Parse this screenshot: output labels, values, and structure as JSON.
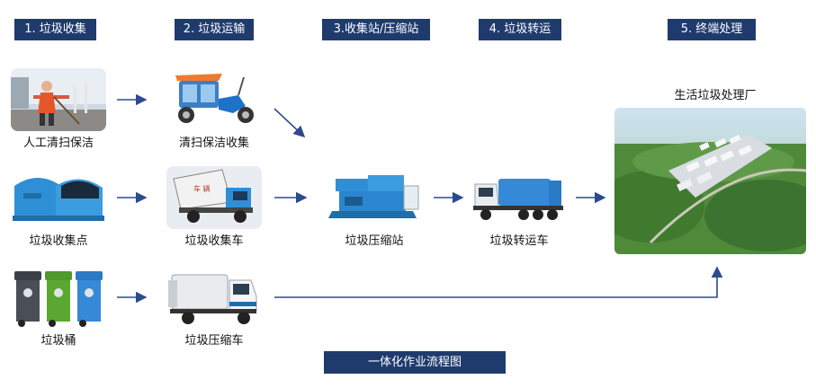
{
  "stages": [
    {
      "label": "1. 垃圾收集"
    },
    {
      "label": "2. 垃圾运输"
    },
    {
      "label": "3.收集站/压缩站"
    },
    {
      "label": "4. 垃圾转运"
    },
    {
      "label": "5. 终端处理"
    }
  ],
  "nodes": {
    "manual_cleaning": {
      "caption": "人工清扫保洁",
      "icon": "street-sweeper-icon"
    },
    "cleaning_tricycle": {
      "caption": "清扫保洁收集",
      "icon": "electric-tricycle-icon"
    },
    "collection_point": {
      "caption": "垃圾收集点",
      "icon": "garbage-container-icon"
    },
    "collection_truck": {
      "caption": "垃圾收集车",
      "icon": "hook-lift-truck-icon"
    },
    "trash_bins": {
      "caption": "垃圾桶",
      "icon": "wheelie-bins-icon"
    },
    "compactor_truck": {
      "caption": "垃圾压缩车",
      "icon": "compactor-truck-icon"
    },
    "compression_station": {
      "caption": "垃圾压缩站",
      "icon": "compression-station-icon"
    },
    "transfer_truck": {
      "caption": "垃圾转运车",
      "icon": "transfer-truck-icon"
    }
  },
  "plant": {
    "title": "生活垃圾处理厂",
    "icon": "treatment-plant-aerial-icon"
  },
  "footer": {
    "label": "一体化作业流程图"
  },
  "colors": {
    "accent": "#1f3b6e",
    "arrow": "#2e4a8f",
    "truck_blue": "#2f8fd6",
    "bin_green": "#5aa832"
  }
}
